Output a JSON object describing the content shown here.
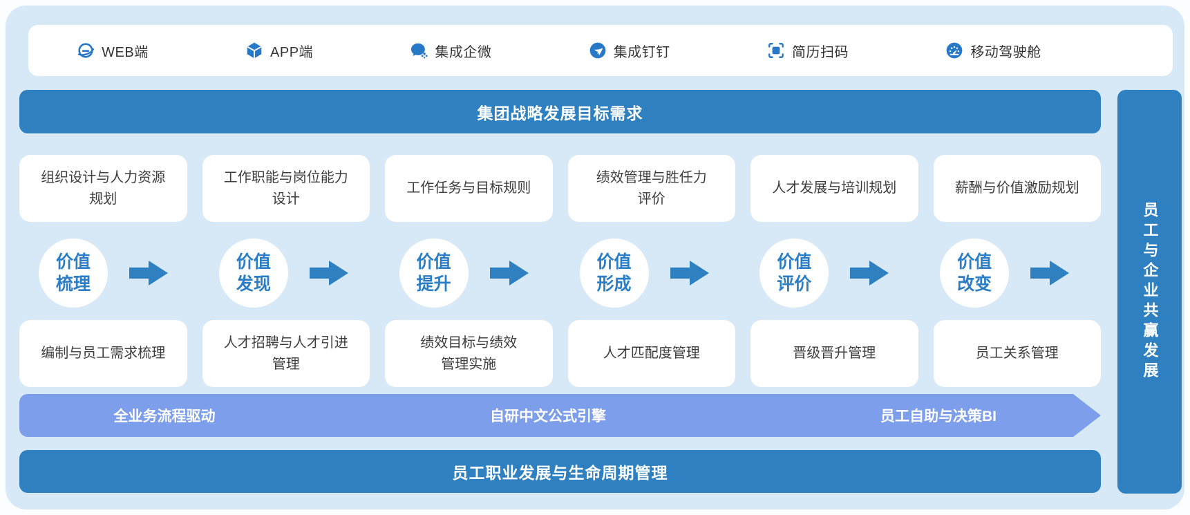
{
  "top_bar": {
    "items": [
      {
        "label": "WEB端",
        "icon": "ie-browser-icon"
      },
      {
        "label": "APP端",
        "icon": "app-cube-icon"
      },
      {
        "label": "集成企微",
        "icon": "wechat-work-icon"
      },
      {
        "label": "集成钉钉",
        "icon": "dingtalk-icon"
      },
      {
        "label": "简历扫码",
        "icon": "resume-scan-icon"
      },
      {
        "label": "移动驾驶舱",
        "icon": "mobile-dashboard-icon"
      }
    ]
  },
  "top_banner": {
    "label": "集团战略发展目标需求"
  },
  "right_banner": {
    "label": "员工与企业共赢发展"
  },
  "columns": [
    {
      "top_card": "组织设计与人力资源\n规划",
      "circle": "价值\n梳理",
      "bottom_card": "编制与员工需求梳理"
    },
    {
      "top_card": "工作职能与岗位能力\n设计",
      "circle": "价值\n发现",
      "bottom_card": "人才招聘与人才引进\n管理"
    },
    {
      "top_card": "工作任务与目标规则",
      "circle": "价值\n提升",
      "bottom_card": "绩效目标与绩效\n管理实施"
    },
    {
      "top_card": "绩效管理与胜任力\n评价",
      "circle": "价值\n形成",
      "bottom_card": "人才匹配度管理"
    },
    {
      "top_card": "人才发展与培训规划",
      "circle": "价值\n评价",
      "bottom_card": "晋级晋升管理"
    },
    {
      "top_card": "薪酬与价值激励规划",
      "circle": "价值\n改变",
      "bottom_card": "员工关系管理"
    }
  ],
  "process_banner": {
    "items": [
      "全业务流程驱动",
      "自研中文公式引擎",
      "员工自助与决策BI"
    ]
  },
  "bottom_banner": {
    "label": "员工职业发展与生命周期管理"
  },
  "colors": {
    "primary_blue": "#2e80c1",
    "periwinkle": "#7d9eeb",
    "panel_background": "#d7e9f7",
    "circle_text": "#2b7ec5",
    "icon_blue": "#2878c8",
    "card_text": "#3d3d3d"
  }
}
